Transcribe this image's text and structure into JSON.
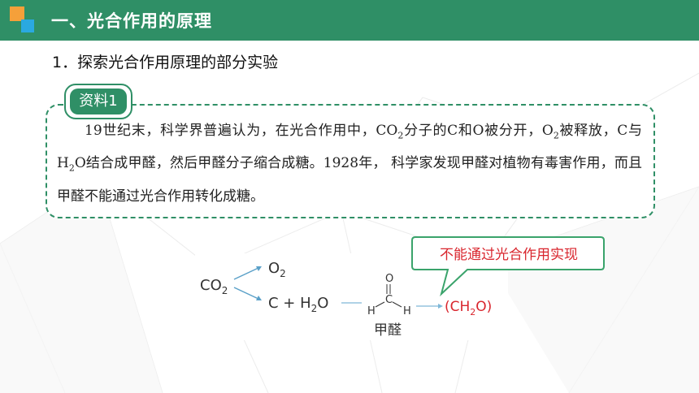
{
  "header": {
    "title": "一、光合作用的原理",
    "accent": "#2f8f66",
    "logo_colors": [
      "#f5a03a",
      "#2aa9e0"
    ]
  },
  "subtitle": "1．探索光合作用原理的部分实验",
  "material": {
    "tag": "资料1",
    "paragraph": {
      "p1": "19世纪末，科学界普遍认为，在光合作用中，CO",
      "p1_sub": "2",
      "p2": "分子的C和O被分开，O",
      "p2_sub": "2",
      "p3": "被释放，C与H",
      "p3_sub": "2",
      "p4": "O结合成甲醛，然后甲醛分子缩合成糖。1928年，  科学家发现甲醛对植物有毒害作用，而且甲醛不能通过光合作用转化成糖。"
    }
  },
  "diagram": {
    "co2": "CO",
    "co2_sub": "2",
    "o2": "O",
    "o2_sub": "2",
    "c_plus": "C + H",
    "c_plus_sub": "2",
    "c_plus_end": "O",
    "o_atom": "O",
    "c_atom": "C",
    "h_left": "H",
    "h_right": "H",
    "formaldehyde_label": "甲醛",
    "sugar_open": "(CH",
    "sugar_sub": "2",
    "sugar_close": "O)",
    "highlight_color": "#d9262e"
  },
  "callout": {
    "text": "不能通过光合作用实现",
    "border_color": "#3aa36b"
  }
}
